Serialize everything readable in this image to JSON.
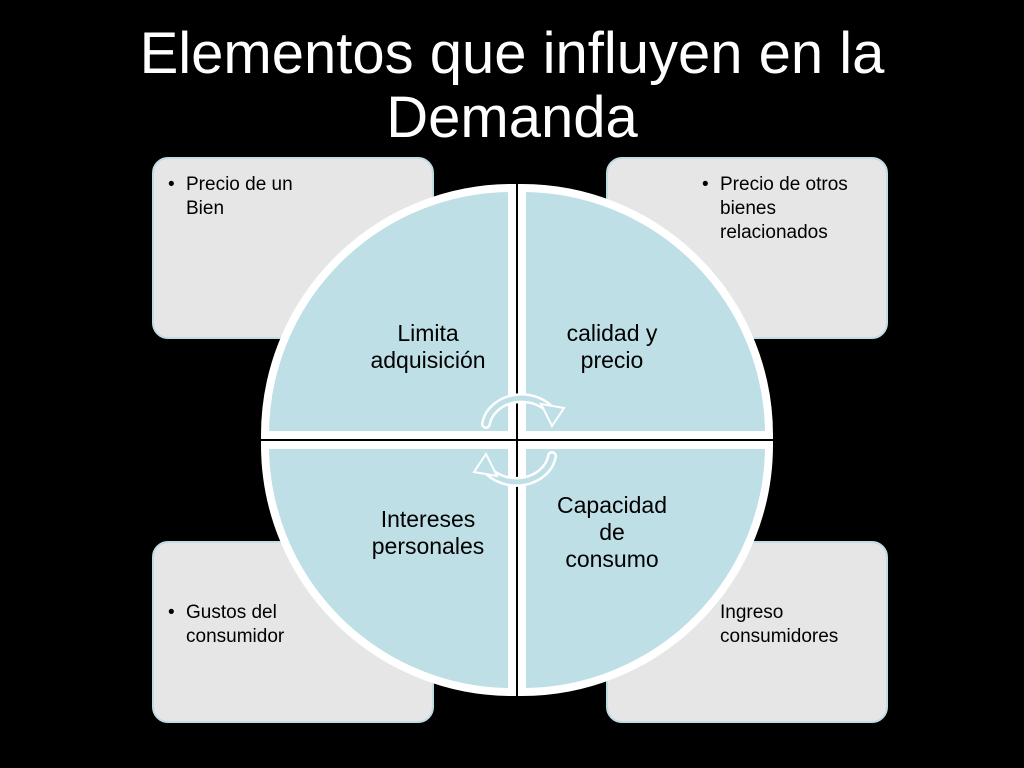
{
  "title": {
    "line1": "Elementos que influyen en la",
    "line2": "Demanda"
  },
  "boxes": {
    "top_left": {
      "items": [
        "Precio de un Bien"
      ]
    },
    "top_right": {
      "items": [
        "Precio de otros bienes relacionados"
      ]
    },
    "bottom_left": {
      "items": [
        "Gustos del consumidor"
      ]
    },
    "bottom_right": {
      "items": [
        "Ingreso consumidores"
      ]
    }
  },
  "quadrants": {
    "top_left": {
      "line1": "Limita",
      "line2": "adquisición"
    },
    "top_right": {
      "line1": "calidad y",
      "line2": "precio"
    },
    "bottom_left": {
      "line1": "Intereses",
      "line2": "personales"
    },
    "bottom_right": {
      "line1": "Capacidad",
      "line2": "de",
      "line3": "consumo"
    }
  },
  "colors": {
    "background": "#000000",
    "box_fill": "#e6e6e6",
    "quadrant_fill": "#bddfe5",
    "divider": "#ffffff"
  },
  "icons": {
    "center": "cycle-arrows-icon"
  }
}
